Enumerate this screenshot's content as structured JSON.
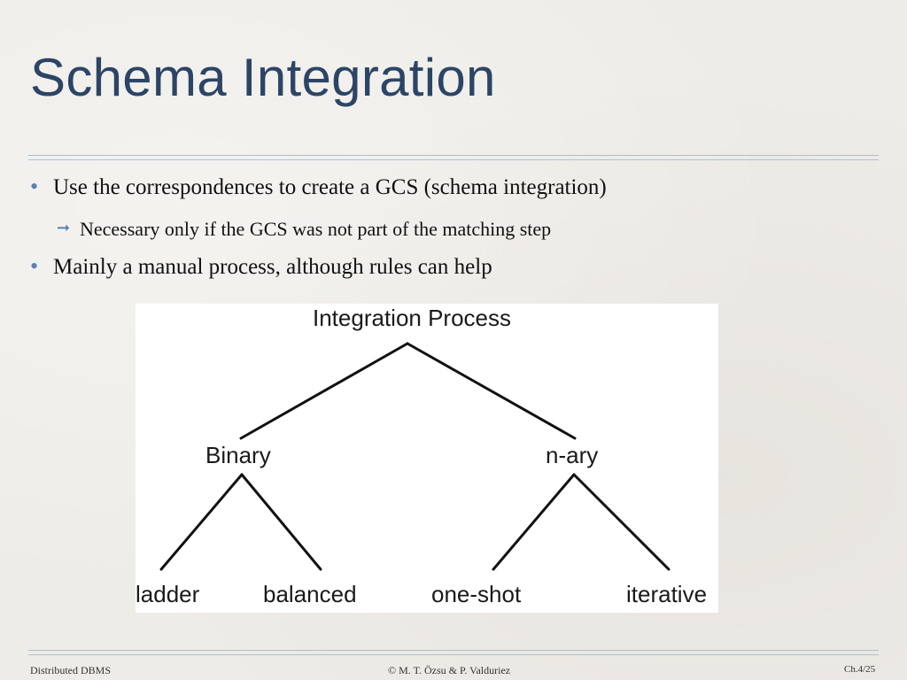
{
  "slide": {
    "title": "Schema Integration",
    "bullets": [
      {
        "text": "Use the correspondences to create a GCS (schema integration)",
        "sub": [
          "Necessary only if the GCS was not part of the matching step"
        ]
      },
      {
        "text": "Mainly a manual process, although rules can help",
        "sub": []
      }
    ],
    "bullet_glyph": "•",
    "sub_glyph": "➞",
    "diagram": {
      "root": "Integration Process",
      "mid": [
        "Binary",
        "n-ary"
      ],
      "leaves": [
        "ladder",
        "balanced",
        "one-shot",
        "iterative"
      ]
    },
    "footer": {
      "left": "Distributed DBMS",
      "center": "© M. T. Özsu & P. Valduriez",
      "right": "Ch.4/25"
    },
    "colors": {
      "title": "#2c4566",
      "bullet": "#5b82b6",
      "rule": "#aebfd0"
    }
  }
}
